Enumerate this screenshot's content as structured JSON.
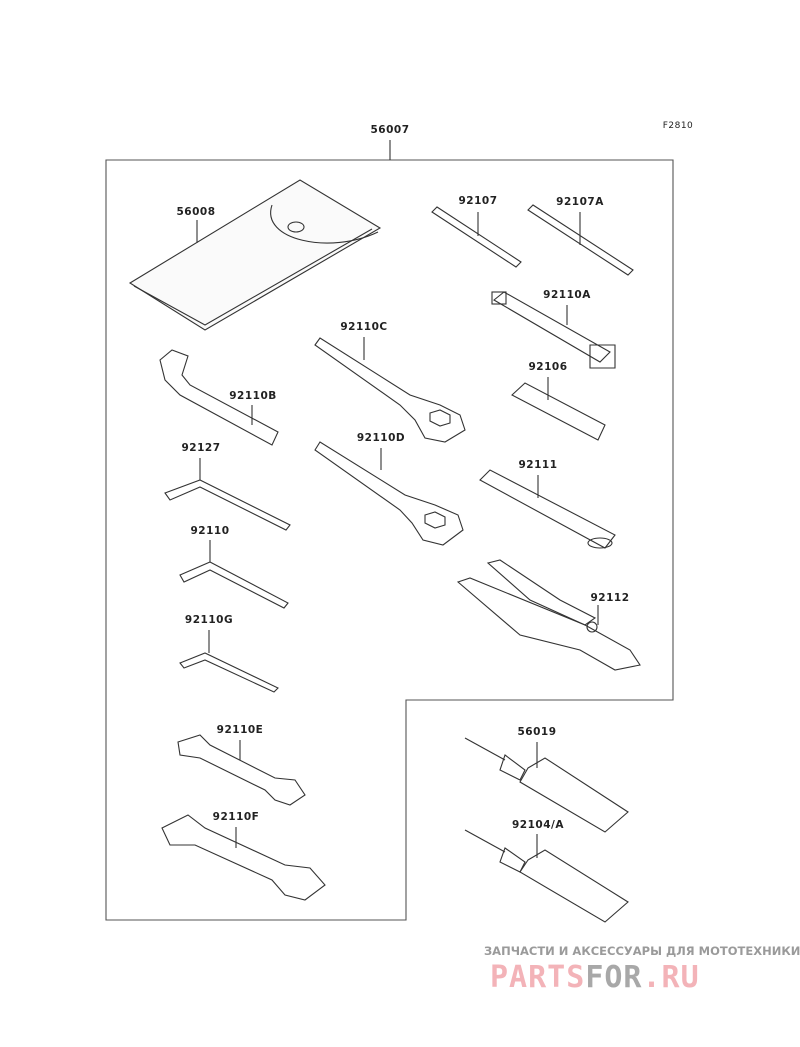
{
  "diagram_id": "F2810",
  "assembly": "56007",
  "parts": [
    {
      "number": "56008",
      "item": "tool-bag"
    },
    {
      "number": "92107",
      "item": "screwdriver-bit"
    },
    {
      "number": "92107A",
      "item": "screwdriver-bit"
    },
    {
      "number": "92110A",
      "item": "socket-wrench"
    },
    {
      "number": "92110C",
      "item": "ring-wrench"
    },
    {
      "number": "92106",
      "item": "screwdriver-grip"
    },
    {
      "number": "92110B",
      "item": "hook-wrench"
    },
    {
      "number": "92110D",
      "item": "ring-wrench"
    },
    {
      "number": "92127",
      "item": "hex-key"
    },
    {
      "number": "92111",
      "item": "extension-bar"
    },
    {
      "number": "92110",
      "item": "hex-key"
    },
    {
      "number": "92112",
      "item": "pliers"
    },
    {
      "number": "92110G",
      "item": "hex-key"
    },
    {
      "number": "92110E",
      "item": "open-end-wrench"
    },
    {
      "number": "56019",
      "item": "grease-tube"
    },
    {
      "number": "92110F",
      "item": "open-end-wrench"
    },
    {
      "number": "92104/A",
      "item": "grease-tube"
    }
  ],
  "watermark": {
    "tagline": "ЗАПЧАСТИ И АКСЕССУАРЫ ДЛЯ МОТОТЕХНИКИ",
    "logo_part1": "PARTS",
    "logo_part2": "FOR",
    "logo_part3": ".RU",
    "colors": {
      "pink": "#f3b3b8",
      "gray": "#a8a8a8"
    }
  }
}
